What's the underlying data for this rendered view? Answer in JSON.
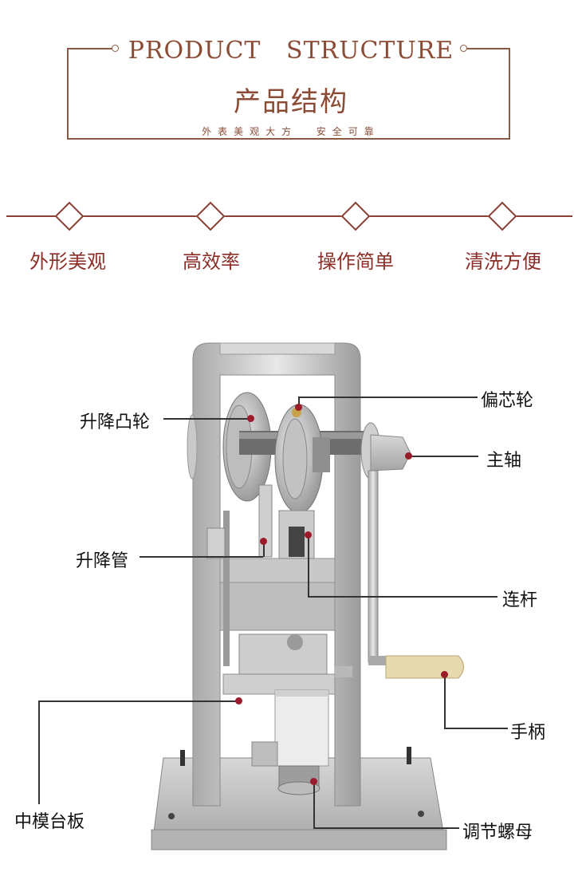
{
  "header": {
    "title_en": "PRODUCT   STRUCTURE",
    "title_cn": "产品结构",
    "tagline": "外表美观大方  安全可靠"
  },
  "features": [
    {
      "label": "外形美观"
    },
    {
      "label": "高效率"
    },
    {
      "label": "操作简单"
    },
    {
      "label": "清洗方便"
    }
  ],
  "parts": {
    "cam": "升降凸轮",
    "eccentric": "偏芯轮",
    "spindle": "主轴",
    "lift_tube": "升降管",
    "link_rod": "连杆",
    "handle": "手柄",
    "die_plate": "中模台板",
    "adjust_nut": "调节螺母"
  },
  "colors": {
    "accent": "#8b4b35",
    "dot": "#9b1b2a"
  }
}
